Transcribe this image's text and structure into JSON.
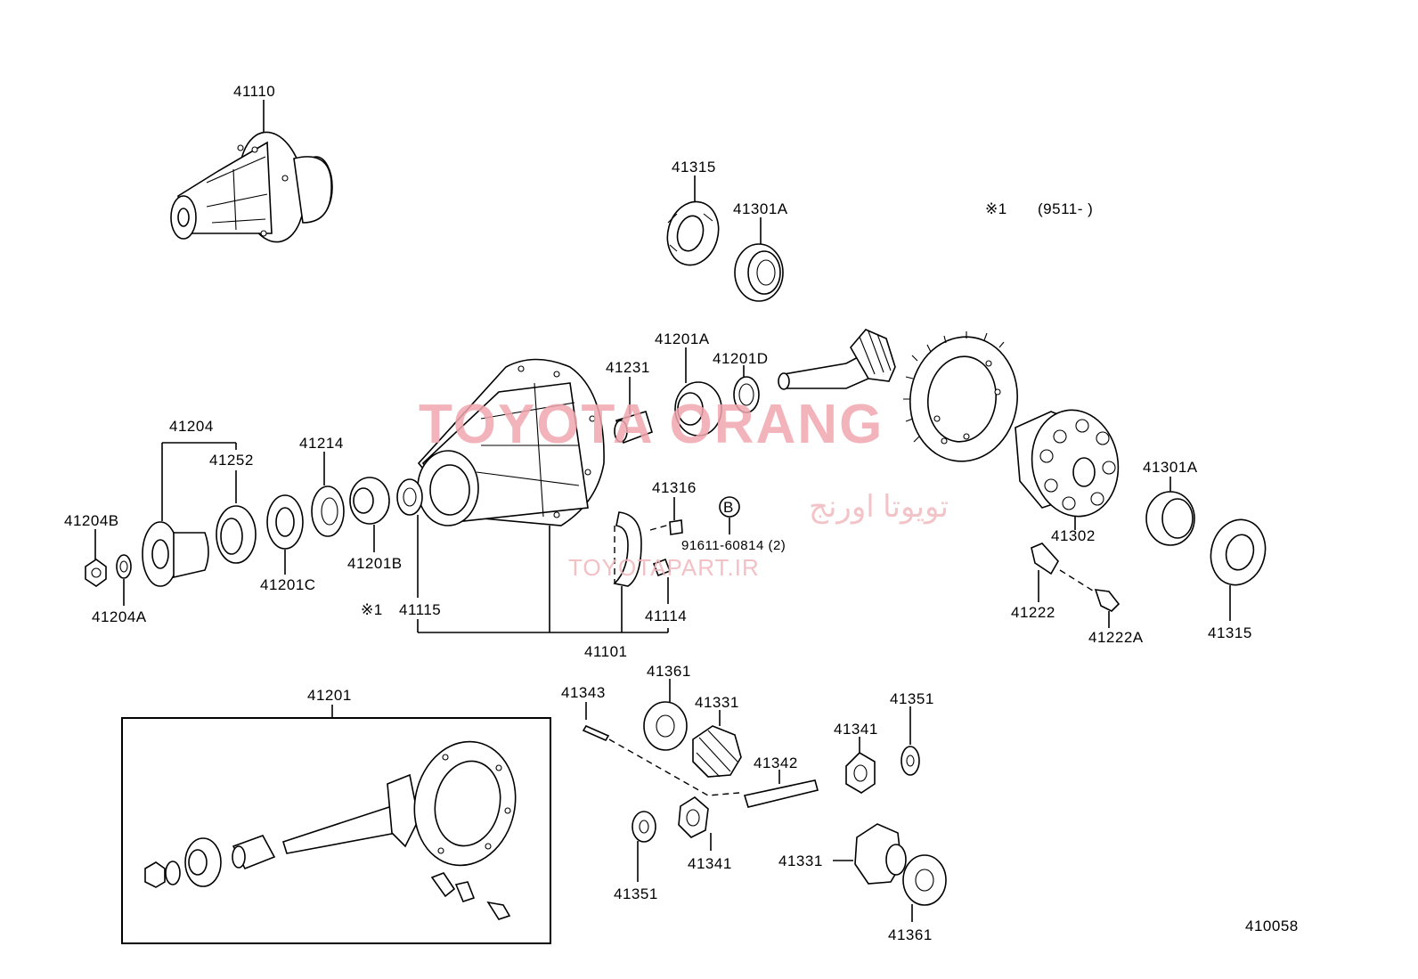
{
  "diagram": {
    "labels": {
      "p41110": "41110",
      "p41315_top": "41315",
      "p41301A_top": "41301A",
      "note_star": "※1",
      "note_range": "(9511-      )",
      "p41201A": "41201A",
      "p41201D": "41201D",
      "p41231": "41231",
      "p41204": "41204",
      "p41252": "41252",
      "p41214": "41214",
      "p41204B": "41204B",
      "p41204A": "41204A",
      "p41201C": "41201C",
      "p41201B": "41201B",
      "p41316": "41316",
      "circle_b": "B",
      "bolt_ref": "91611-60814 (2)",
      "star_41115_prefix": "※1",
      "p41115": "41115",
      "p41114": "41114",
      "p41101": "41101",
      "p41301A_right": "41301A",
      "p41302": "41302",
      "p41222": "41222",
      "p41222A": "41222A",
      "p41315_right": "41315",
      "p41201": "41201",
      "p41343": "41343",
      "p41361_top": "41361",
      "p41331_top": "41331",
      "p41341_right": "41341",
      "p41351_top": "41351",
      "p41342": "41342",
      "p41351_bottom": "41351",
      "p41341_bottom": "41341",
      "p41331_bottom": "41331",
      "p41361_bottom": "41361",
      "figure_code": "410058"
    },
    "watermark": {
      "brand": "TOYOTA ORANG",
      "persian": "تویوتا اورنج",
      "url": "TOYOTAPART.IR"
    }
  }
}
